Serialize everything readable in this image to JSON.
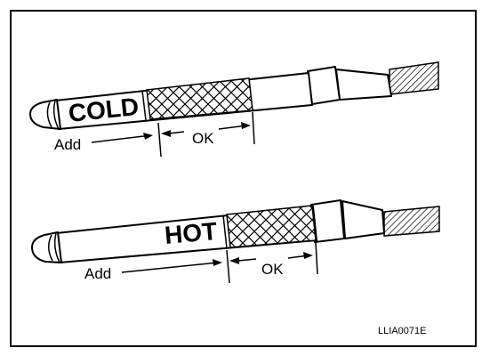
{
  "labels": {
    "cold": "COLD",
    "hot": "HOT",
    "add": "Add",
    "ok": "OK",
    "code": "LLIA0071E"
  },
  "icons": [
    "dipstick-icon",
    "arrow-left-icon",
    "arrow-right-icon"
  ],
  "colors": {
    "line": "#000000",
    "background": "#ffffff"
  }
}
